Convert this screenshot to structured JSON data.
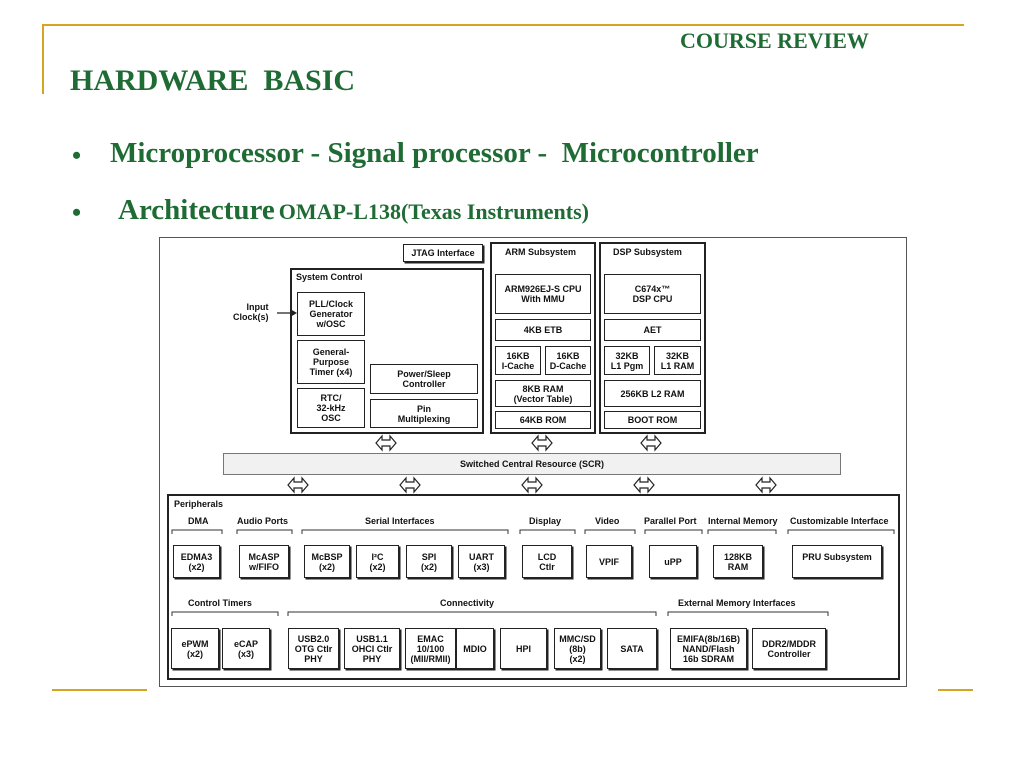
{
  "header": {
    "course_review": "COURSE REVIEW",
    "title": "HARDWARE  BASIC"
  },
  "bullets": {
    "b1": "Microprocessor - Signal processor -  Microcontroller",
    "b2_main": "Architecture",
    "b2_sub": "OMAP-L138(Texas Instruments)"
  },
  "diagram": {
    "jtag": "JTAG Interface",
    "system_control": {
      "title": "System Control",
      "input_clock": "Input\nClock(s)",
      "pll": "PLL/Clock\nGenerator\nw/OSC",
      "timer": "General-\nPurpose\nTimer (x4)",
      "rtc": "RTC/\n32-kHz\nOSC",
      "power": "Power/Sleep\nController",
      "pin": "Pin\nMultiplexing"
    },
    "arm": {
      "title": "ARM Subsystem",
      "cpu": "ARM926EJ-S CPU\nWith MMU",
      "etb": "4KB ETB",
      "icache": "16KB\nI-Cache",
      "dcache": "16KB\nD-Cache",
      "ram": "8KB RAM\n(Vector Table)",
      "rom": "64KB ROM"
    },
    "dsp": {
      "title": "DSP Subsystem",
      "cpu": "C674x™\nDSP CPU",
      "aet": "AET",
      "l1pgm": "32KB\nL1 Pgm",
      "l1ram": "32KB\nL1 RAM",
      "l2ram": "256KB L2 RAM",
      "bootrom": "BOOT ROM"
    },
    "scr": "Switched Central Resource (SCR)",
    "peripherals": {
      "title": "Peripherals",
      "dma": "DMA",
      "audio": "Audio Ports",
      "serial": "Serial Interfaces",
      "display": "Display",
      "video": "Video",
      "parallel": "Parallel Port",
      "internal_mem": "Internal Memory",
      "custom": "Customizable Interface",
      "edma": "EDMA3\n(x2)",
      "mcasp": "McASP\nw/FIFO",
      "mcbsp": "McBSP\n(x2)",
      "i2c": "I²C\n(x2)",
      "spi": "SPI\n(x2)",
      "uart": "UART\n(x3)",
      "lcd": "LCD\nCtlr",
      "vpif": "VPIF",
      "upp": "uPP",
      "ram128": "128KB\nRAM",
      "pru": "PRU Subsystem",
      "control_timers": "Control Timers",
      "connectivity": "Connectivity",
      "ext_mem": "External Memory Interfaces",
      "epwm": "ePWM\n(x2)",
      "ecap": "eCAP\n(x3)",
      "usb20": "USB2.0\nOTG Ctlr\nPHY",
      "usb11": "USB1.1\nOHCI Ctlr\nPHY",
      "emac": "EMAC\n10/100\n(MII/RMII)",
      "mdio": "MDIO",
      "hpi": "HPI",
      "mmcsd": "MMC/SD\n(8b)\n(x2)",
      "sata": "SATA",
      "emifa": "EMIFA(8b/16B)\nNAND/Flash\n16b SDRAM",
      "ddr2": "DDR2/MDDR\nController"
    }
  }
}
